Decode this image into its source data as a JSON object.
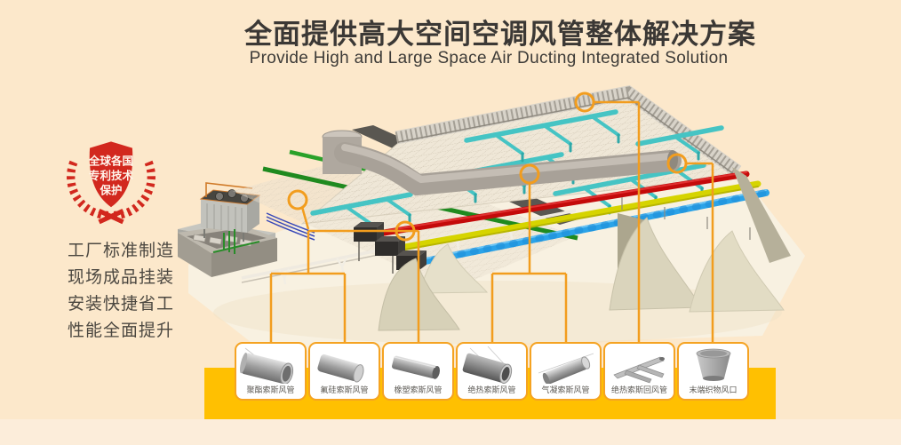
{
  "header": {
    "title": "全面提供高大空间空调风管整体解决方案",
    "subtitle": "Provide High and Large Space Air Ducting Integrated Solution"
  },
  "badge": {
    "lines": [
      "全球各国",
      "专利技术",
      "保护"
    ]
  },
  "features": {
    "lines": [
      "工厂标准制造",
      "现场成品挂装",
      "安装快捷省工",
      "性能全面提升"
    ]
  },
  "products": [
    {
      "label": "聚酯索斯风管"
    },
    {
      "label": "氟硅索斯风管"
    },
    {
      "label": "橡塑索斯风管"
    },
    {
      "label": "绝热索斯风管"
    },
    {
      "label": "气凝索斯风管"
    },
    {
      "label": "绝热索斯回风管"
    },
    {
      "label": "末端织物风口"
    }
  ],
  "colors": {
    "background": "#FCE8CB",
    "banner_yellow": "#FFC001",
    "accent_orange": "#F29D1E",
    "badge_red": "#D2281E",
    "duct_red": "#C40A0A",
    "duct_yellow": "#D6D400",
    "duct_blue": "#2BA3E8",
    "duct_teal": "#45C4C4",
    "duct_green": "#1F8A1F",
    "duct_gray": "#A8A198"
  }
}
